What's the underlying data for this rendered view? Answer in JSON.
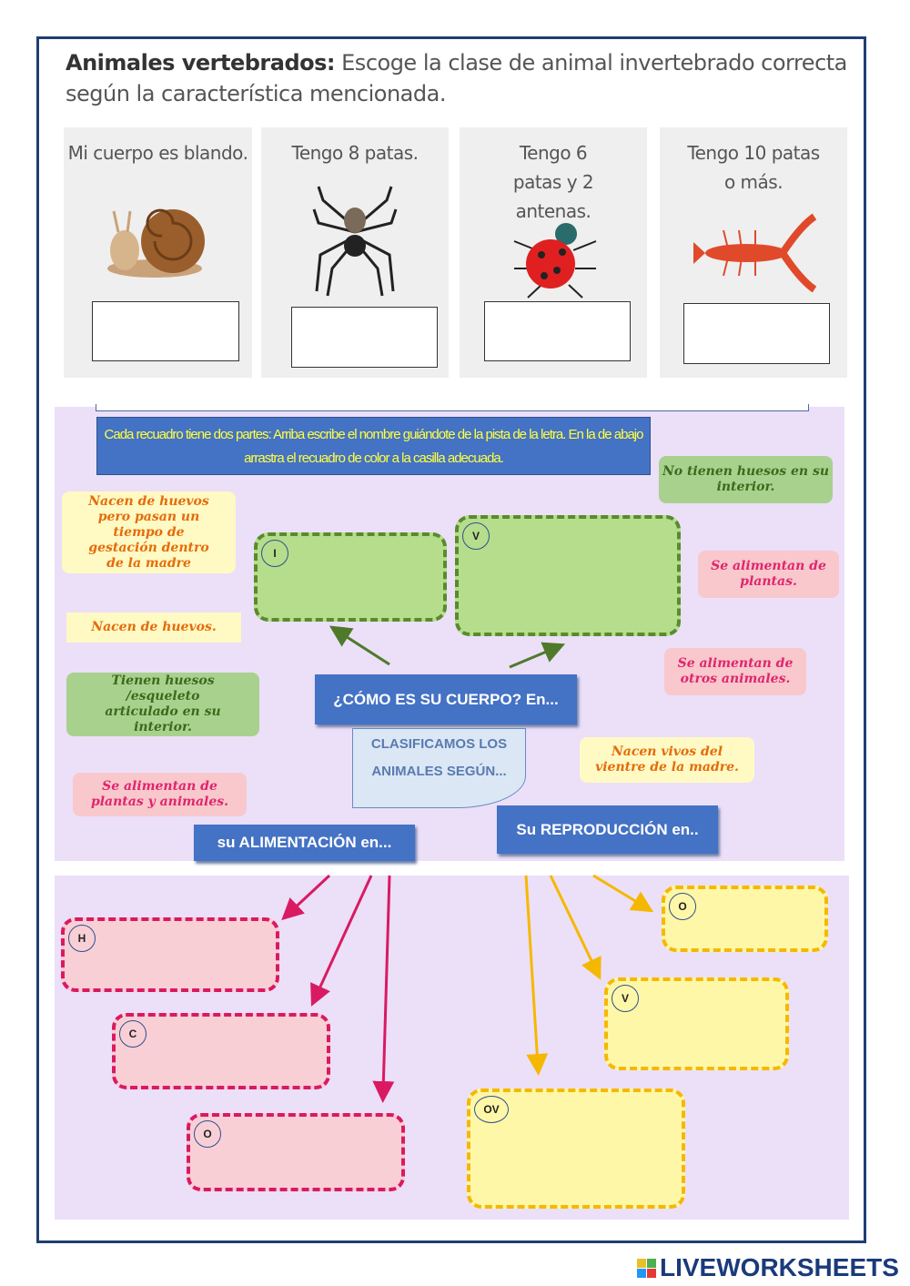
{
  "title": {
    "bold": "Animales vertebrados:",
    "text": " Escoge la clase de animal invertebrado correcta según la característica mencionada."
  },
  "cards": [
    {
      "label": "Mi cuerpo es blando.",
      "icon": "snail-icon",
      "answer": ""
    },
    {
      "label": "Tengo 8 patas.",
      "icon": "spider-icon",
      "answer": ""
    },
    {
      "label": "Tengo 6 patas y 2 antenas.",
      "icon": "ladybug-icon",
      "answer": ""
    },
    {
      "label": "Tengo 10 patas o más.",
      "icon": "lobster-icon",
      "answer": ""
    }
  ],
  "instruction": "Cada recuadro tiene dos partes: Arriba escribe el nombre guiándote de la pista de la letra. En la de abajo arrastra el recuadro de color a la casilla adecuada.",
  "notes": {
    "no_huesos": "No tienen huesos en su interior.",
    "ovovivi": "Nacen de huevos pero pasan un tiempo de gestación dentro de la madre",
    "plantas": "Se alimentan de plantas.",
    "huevos": "Nacen de huevos.",
    "otros": "Se alimentan de otros animales.",
    "huesos": "Tienen huesos /esqueleto articulado en su interior.",
    "vivos": "Nacen vivos del vientre de la madre.",
    "omni": "Se alimentan de plantas  y animales."
  },
  "center": {
    "cuerpo": "¿CÓMO ES SU CUERPO? En...",
    "clasificamos": "CLASIFICAMOS LOS ANIMALES SEGÚN...",
    "reproduccion": "Su REPRODUCCIÓN en..",
    "alimentacion": "su ALIMENTACIÓN en..."
  },
  "drops": {
    "I": "I",
    "V_body": "V",
    "H": "H",
    "C": "C",
    "O_food": "O",
    "O_repro": "O",
    "V_repro": "V",
    "OV": "OV"
  },
  "colors": {
    "frame": "#1f3f73",
    "blue": "#4472c4",
    "green": "#5a8a2e",
    "pink": "#d91a62",
    "yellow": "#f5b800"
  },
  "footer": {
    "brand": "LIVEWORKSHEETS"
  }
}
